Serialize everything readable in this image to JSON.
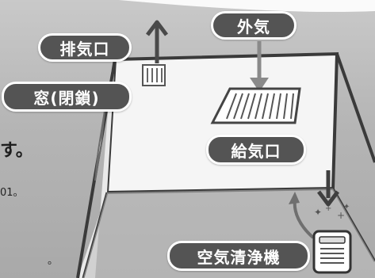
{
  "labels": {
    "exhaust": "排気口",
    "outside_air": "外気",
    "window": "窓(閉鎖)",
    "supply": "給気口",
    "purifier": "空気清浄機"
  },
  "background_fragments": {
    "line1": "す。",
    "line2": "01。",
    "line3": "。"
  },
  "colors": {
    "label_fill": "#545454",
    "label_text": "#ffffff",
    "room_outline": "#3a3a3a",
    "wall_fill": "#f4f4f4",
    "arrow": "#4a4a4a",
    "airflow": "#6f6f6f"
  }
}
